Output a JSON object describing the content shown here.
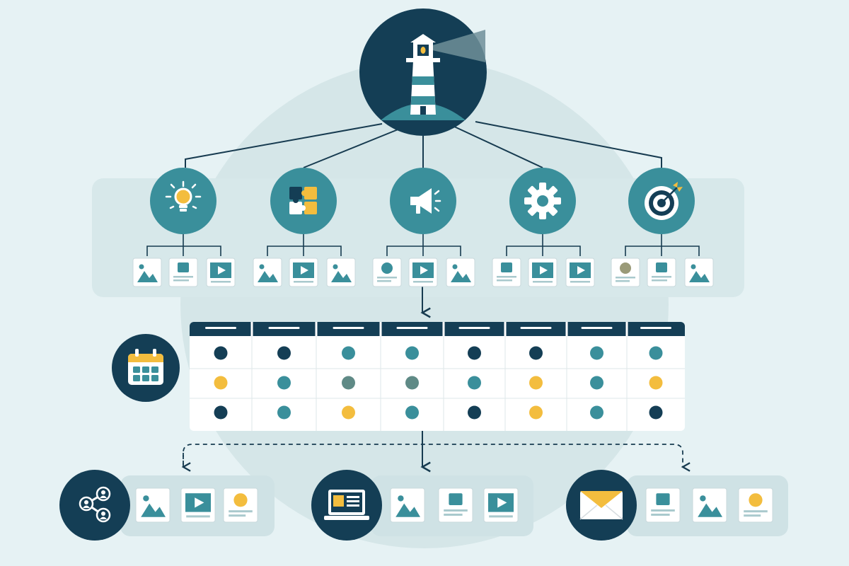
{
  "diagram": {
    "root": {
      "icon": "lighthouse-icon"
    },
    "pillars": [
      {
        "icon": "lightbulb-icon",
        "children": [
          "image-card-icon",
          "text-card-icon",
          "video-card-icon"
        ]
      },
      {
        "icon": "puzzle-icon",
        "children": [
          "image-card-icon",
          "video-card-icon",
          "image-card-icon"
        ]
      },
      {
        "icon": "megaphone-icon",
        "children": [
          "avatar-card-icon",
          "video-card-icon",
          "image-card-icon"
        ]
      },
      {
        "icon": "gear-icon",
        "children": [
          "text-card-icon",
          "video-card-icon",
          "video-card-icon"
        ]
      },
      {
        "icon": "target-icon",
        "children": [
          "avatar-card-icon",
          "text-card-icon",
          "image-card-icon"
        ]
      }
    ],
    "calendar": {
      "icon": "calendar-icon",
      "columns": 8,
      "rows": [
        [
          "navy",
          "navy",
          "teal",
          "teal",
          "navy",
          "navy",
          "teal",
          "teal"
        ],
        [
          "yellow",
          "teal",
          "gray",
          "gray",
          "teal",
          "yellow",
          "teal",
          "yellow"
        ],
        [
          "navy",
          "teal",
          "yellow",
          "teal",
          "navy",
          "yellow",
          "teal",
          "navy"
        ]
      ]
    },
    "channels": [
      {
        "icon": "share-network-icon",
        "cards": [
          "image-card-icon",
          "video-card-icon",
          "avatar-card-icon"
        ]
      },
      {
        "icon": "laptop-icon",
        "cards": [
          "image-card-icon",
          "text-card-icon",
          "video-card-icon"
        ]
      },
      {
        "icon": "envelope-icon",
        "cards": [
          "text-card-icon",
          "image-card-icon",
          "avatar-card-icon"
        ]
      }
    ]
  },
  "colors": {
    "background": "#e6f2f4",
    "navy": "#143e55",
    "teal": "#3a8f9b",
    "gray": "#5f8a86",
    "yellow": "#f3bd3e",
    "panel": "#d7e8ea",
    "halo": "#d5e6e8",
    "line": "#173b50"
  }
}
